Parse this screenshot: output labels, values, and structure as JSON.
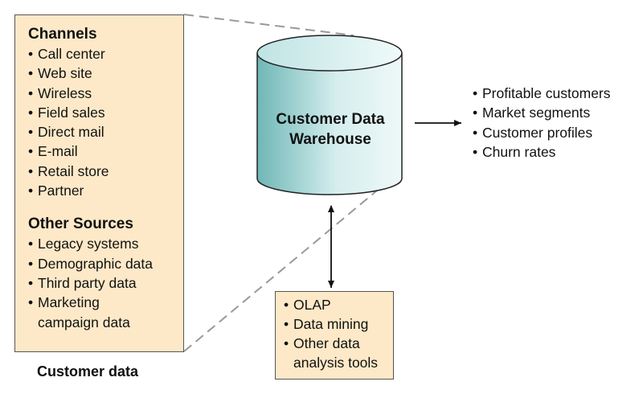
{
  "sources": {
    "channels_title": "Channels",
    "channels": [
      "Call center",
      "Web site",
      "Wireless",
      "Field sales",
      "Direct mail",
      "E-mail",
      "Retail store",
      "Partner"
    ],
    "other_title": "Other Sources",
    "other": [
      "Legacy systems",
      "Demographic data",
      "Third party data",
      "Marketing campaign data"
    ],
    "caption": "Customer data"
  },
  "warehouse": {
    "line1": "Customer Data",
    "line2": "Warehouse"
  },
  "outputs": [
    "Profitable customers",
    "Market segments",
    "Customer profiles",
    "Churn rates"
  ],
  "tools": [
    "OLAP",
    "Data mining",
    "Other data analysis tools"
  ],
  "colors": {
    "box_fill": "#fde9c8",
    "cylinder_fill_light": "#e6f4f4",
    "cylinder_fill_dark": "#6fb7b7",
    "connector_dash": "#999999",
    "arrow": "#111111"
  }
}
